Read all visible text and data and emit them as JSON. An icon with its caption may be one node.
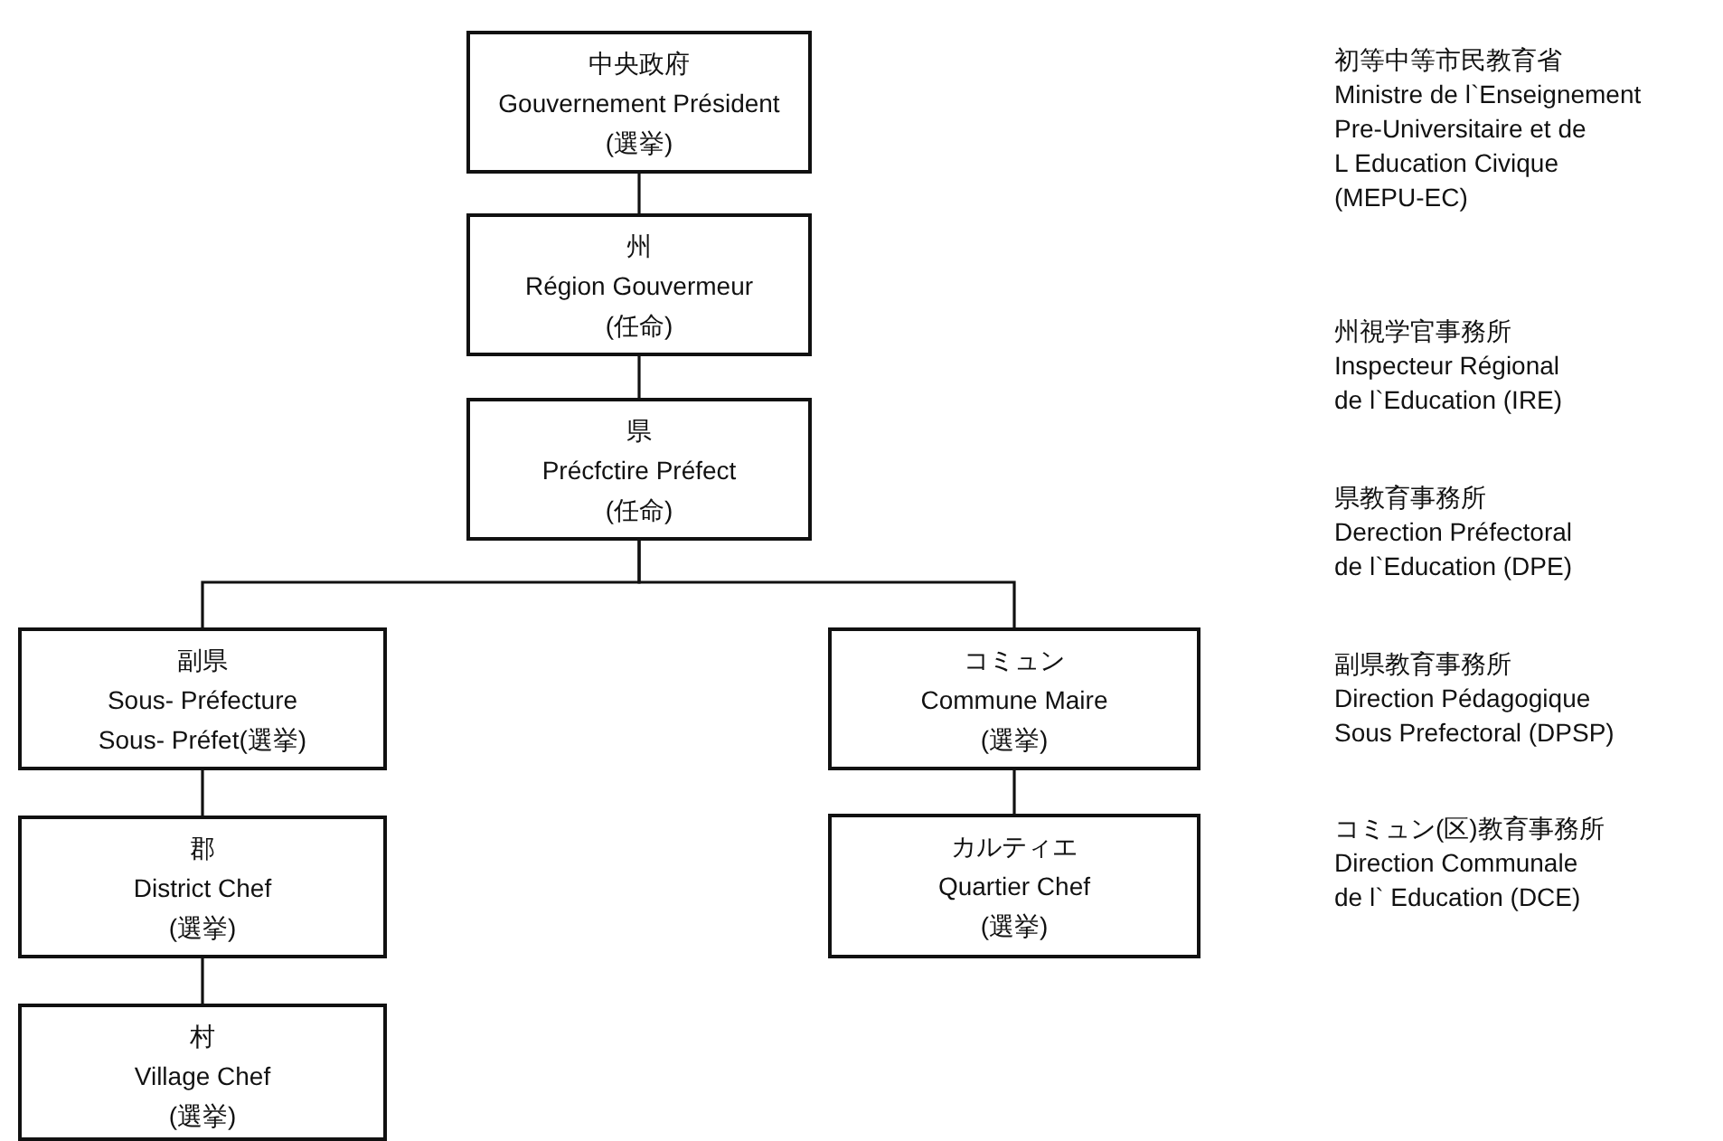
{
  "diagram": {
    "nodes": [
      {
        "text": [
          "中央政府",
          "Gouvernement Président",
          "(選挙)"
        ]
      },
      {
        "text": [
          "州",
          "Région Gouvermeur",
          "(任命)"
        ]
      },
      {
        "text": [
          "県",
          "Précfctire Préfect",
          "(任命)"
        ]
      },
      {
        "text": [
          "副県",
          "Sous- Préfecture",
          "Sous- Préfet(選挙)"
        ]
      },
      {
        "text": [
          "コミュン",
          "Commune Maire",
          "(選挙)"
        ]
      },
      {
        "text": [
          "郡",
          "District Chef",
          "(選挙)"
        ]
      },
      {
        "text": [
          "カルティエ",
          "Quartier Chef",
          "(選挙)"
        ]
      },
      {
        "text": [
          "村",
          "Village Chef",
          "(選挙)"
        ]
      }
    ],
    "edges": [
      {
        "from": 0,
        "to": 1,
        "arrow": "none"
      },
      {
        "from": 1,
        "to": 2,
        "arrow": "none"
      },
      {
        "from": 2,
        "to": 3,
        "arrow": "none"
      },
      {
        "from": 2,
        "to": 4,
        "arrow": "none"
      },
      {
        "from": 3,
        "to": 5,
        "arrow": "none"
      },
      {
        "from": 5,
        "to": 7,
        "arrow": "none"
      },
      {
        "from": 4,
        "to": 6,
        "arrow": "none"
      }
    ],
    "labels": [
      "初等中等市民教育省",
      "Ministre de l`Enseignement Pre-Universitaire et de L Education Civique (MEPU-EC)",
      "州視学官事務所",
      "Inspecteur Régional de l`Education (IRE)",
      "県教育事務所",
      "Derection Préfectoral de l`Education (DPE)",
      "副県教育事務所",
      "Direction Pédagogique Sous Prefectoral (DPSP)",
      "コミュン(区)教育事務所",
      "Direction Communale de l` Education (DCE)"
    ]
  }
}
